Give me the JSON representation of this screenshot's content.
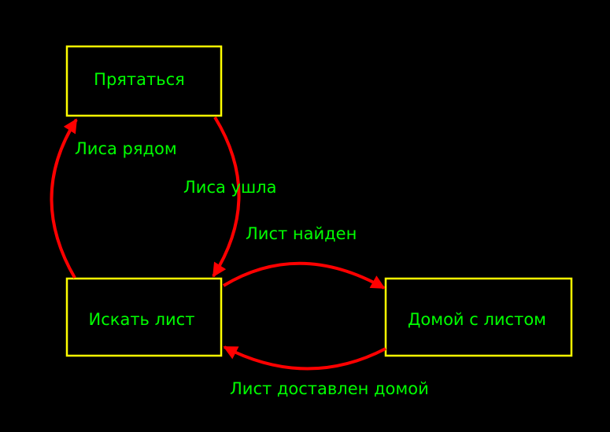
{
  "states": {
    "hide": "Прятаться",
    "search": "Искать лист",
    "home": "Домой с листом"
  },
  "transitions": {
    "fox_near": "Лиса рядом",
    "fox_gone": "Лиса ушла",
    "leaf_found": "Лист найден",
    "leaf_delivered": "Лист доставлен домой"
  },
  "colors": {
    "background": "#000000",
    "box_border": "#ffff00",
    "text": "#00ff00",
    "arrow": "#ff0000"
  }
}
